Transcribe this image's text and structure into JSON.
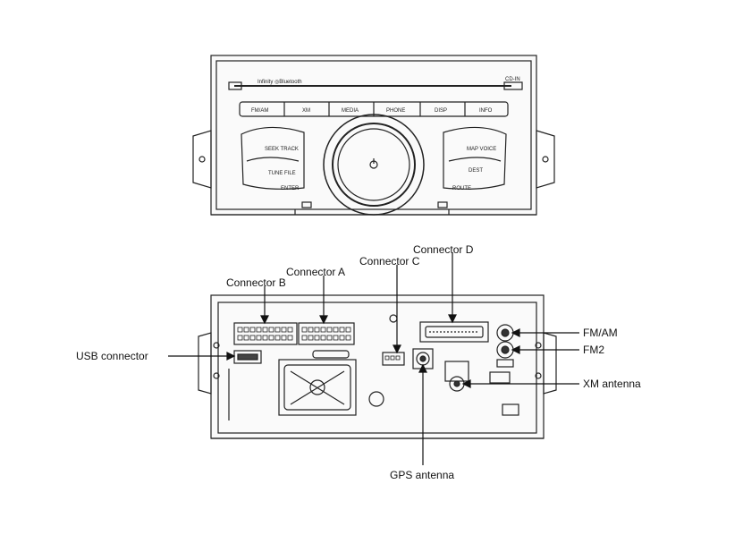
{
  "front_panel": {
    "brand_text": "Infinity ◎Bluetooth",
    "badge_right": "CD-IN",
    "buttons": [
      "FM/AM",
      "XM",
      "MEDIA",
      "PHONE",
      "DISP",
      "INFO"
    ],
    "left_knob_labels": {
      "seek": "SEEK TRACK",
      "tune": "TUNE FILE",
      "enter": "ENTER"
    },
    "right_knob_labels": {
      "map": "MAP VOICE",
      "dest": "DEST",
      "route": "ROUTE"
    }
  },
  "callouts": {
    "connector_d": "Connector D",
    "connector_c": "Connector C",
    "connector_a": "Connector A",
    "connector_b": "Connector B",
    "usb_connector": "USB connector",
    "fm_am": "FM/AM",
    "fm2": "FM2",
    "xm_antenna": "XM antenna",
    "gps_antenna": "GPS antenna"
  }
}
